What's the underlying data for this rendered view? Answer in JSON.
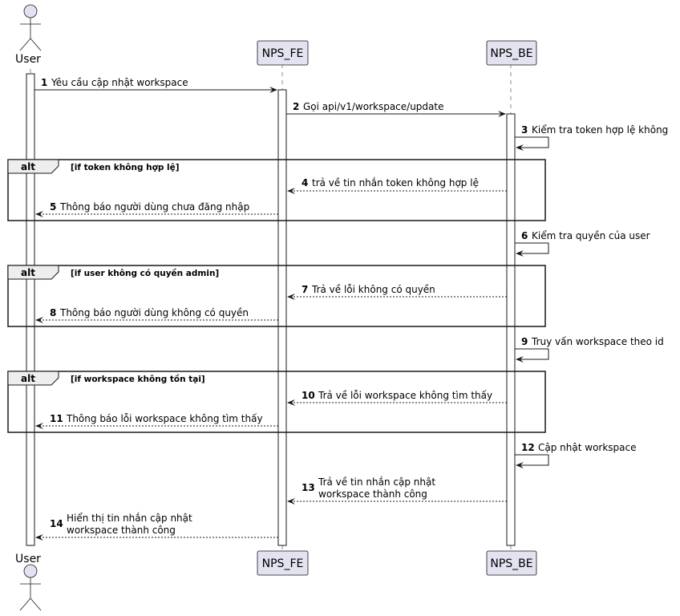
{
  "participants": {
    "user": "User",
    "fe": "NPS_FE",
    "be": "NPS_BE"
  },
  "messages": [
    {
      "n": "1",
      "text": "Yêu cầu cập nhật workspace"
    },
    {
      "n": "2",
      "text": "Gọi api/v1/workspace/update"
    },
    {
      "n": "3",
      "text": "Kiểm tra token hợp lệ không"
    },
    {
      "n": "4",
      "text": "trả về tin nhắn token không hợp lệ"
    },
    {
      "n": "5",
      "text": "Thông báo người dùng chưa đăng nhập"
    },
    {
      "n": "6",
      "text": "Kiểm tra quyền của user"
    },
    {
      "n": "7",
      "text": "Trả về lỗi không có quyền"
    },
    {
      "n": "8",
      "text": "Thông báo người dùng không có quyền"
    },
    {
      "n": "9",
      "text": "Truy vấn workspace theo id"
    },
    {
      "n": "10",
      "text": "Trả về lỗi workspace không tìm thấy"
    },
    {
      "n": "11",
      "text": "Thông báo lỗi workspace không tìm thấy"
    },
    {
      "n": "12",
      "text": "Cập nhật workspace"
    },
    {
      "n": "13",
      "line1": "Trả về tin nhắn cập nhật",
      "line2": "workspace thành công"
    },
    {
      "n": "14",
      "line1": "Hiển thị tin nhắn cập nhật",
      "line2": "workspace thành công"
    }
  ],
  "fragments": [
    {
      "keyword": "alt",
      "condition": "[if token không hợp lệ]"
    },
    {
      "keyword": "alt",
      "condition": "[if user không có quyền admin]"
    },
    {
      "keyword": "alt",
      "condition": "[if workspace không tồn tại]"
    }
  ],
  "colors": {
    "participant_fill": "#e2e2f0",
    "line": "#181818",
    "lifeline_dash": "#181818",
    "background": "#ffffff"
  }
}
